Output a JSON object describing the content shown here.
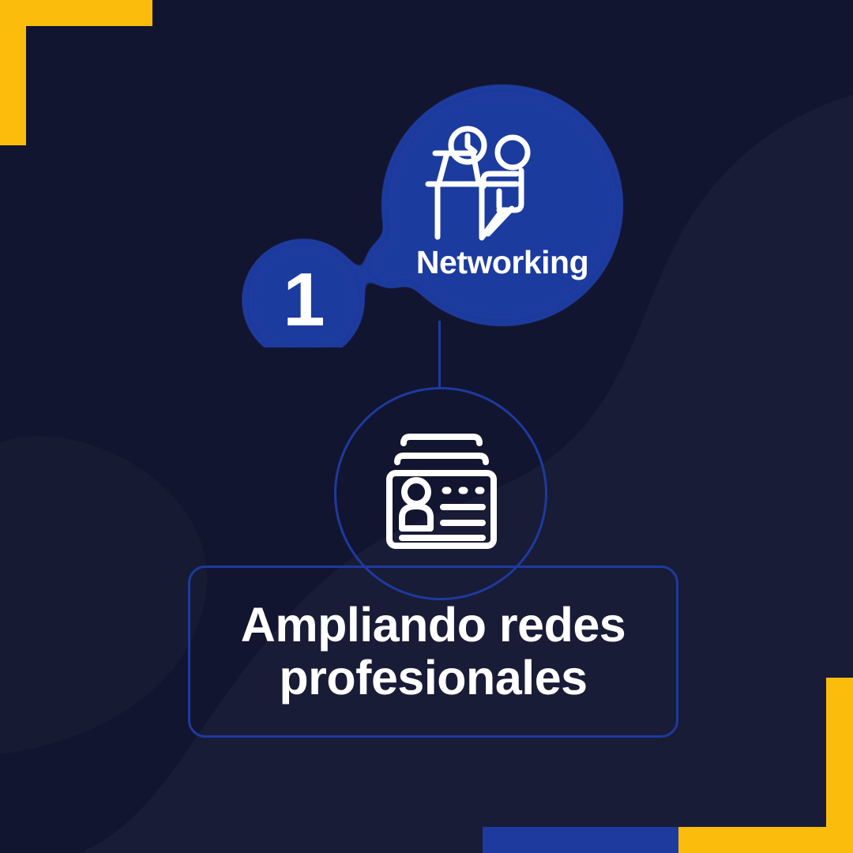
{
  "colors": {
    "background": "#121530",
    "background_blob": "#181C36",
    "accent_blue": "#1E3A9E",
    "accent_yellow": "#FBBC0C",
    "text_light": "#FFFFFF"
  },
  "step": {
    "number": "1"
  },
  "topic": {
    "label": "Networking",
    "icon": "person-at-desk-with-clock-icon"
  },
  "detail": {
    "icon": "id-card-icon"
  },
  "caption": {
    "text": "Ampliando redes\nprofesionales"
  },
  "decorations": {
    "top_left_corner": "yellow-corner-bracket",
    "bottom_right_corner": "yellow-corner-bracket",
    "bottom_blue_bar": "blue-bar",
    "background_blob": "soft-navy-blob"
  }
}
